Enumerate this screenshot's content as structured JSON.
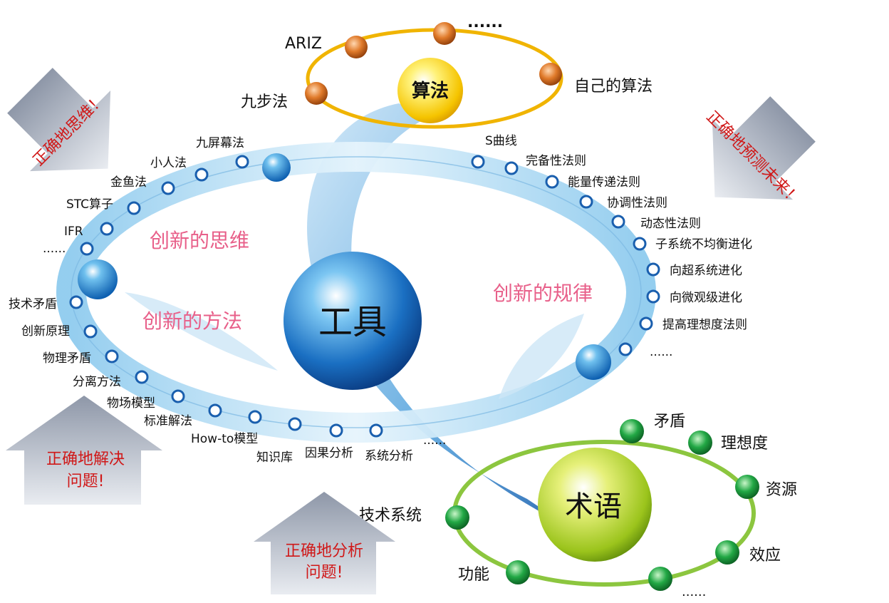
{
  "center": {
    "label": "工具"
  },
  "arcs": {
    "thinking": "创新的思维",
    "method": "创新的方法",
    "law": "创新的规律"
  },
  "algorithm": {
    "label": "算法",
    "items": [
      "ARIZ",
      "......",
      "九步法",
      "自己的算法"
    ]
  },
  "terms": {
    "label": "术语",
    "items": [
      "矛盾",
      "理想度",
      "资源",
      "效应",
      "......",
      "功能",
      "技术系统"
    ]
  },
  "left_items": [
    "九屏幕法",
    "小人法",
    "金鱼法",
    "STC算子",
    "IFR",
    "......"
  ],
  "method_items": [
    "技术矛盾",
    "创新原理",
    "物理矛盾",
    "分离方法",
    "物场模型",
    "标准解法",
    "How-to模型",
    "知识库",
    "因果分析",
    "系统分析",
    "......"
  ],
  "law_items": [
    "S曲线",
    "完备性法则",
    "能量传递法则",
    "协调性法则",
    "动态性法则",
    "子系统不均衡进化",
    "向超系统进化",
    "向微观级进化",
    "提高理想度法则",
    "......"
  ],
  "arrows": {
    "think_right": "正确地思维！",
    "predict_future": "正确地预测未来！",
    "solve": "正确地解决问题!",
    "analyze": "正确地分析问题!"
  },
  "colors": {
    "blue_sphere": "#1a6fc2",
    "yellow_sphere": "#f5d400",
    "green_sphere": "#9bc41c",
    "orange_node": "#d2691e",
    "green_node": "#1e9a3a",
    "pink_text": "#e8608a",
    "red_text": "#d01818",
    "orbit_orange": "#f0b400",
    "orbit_green": "#8cc63f"
  }
}
